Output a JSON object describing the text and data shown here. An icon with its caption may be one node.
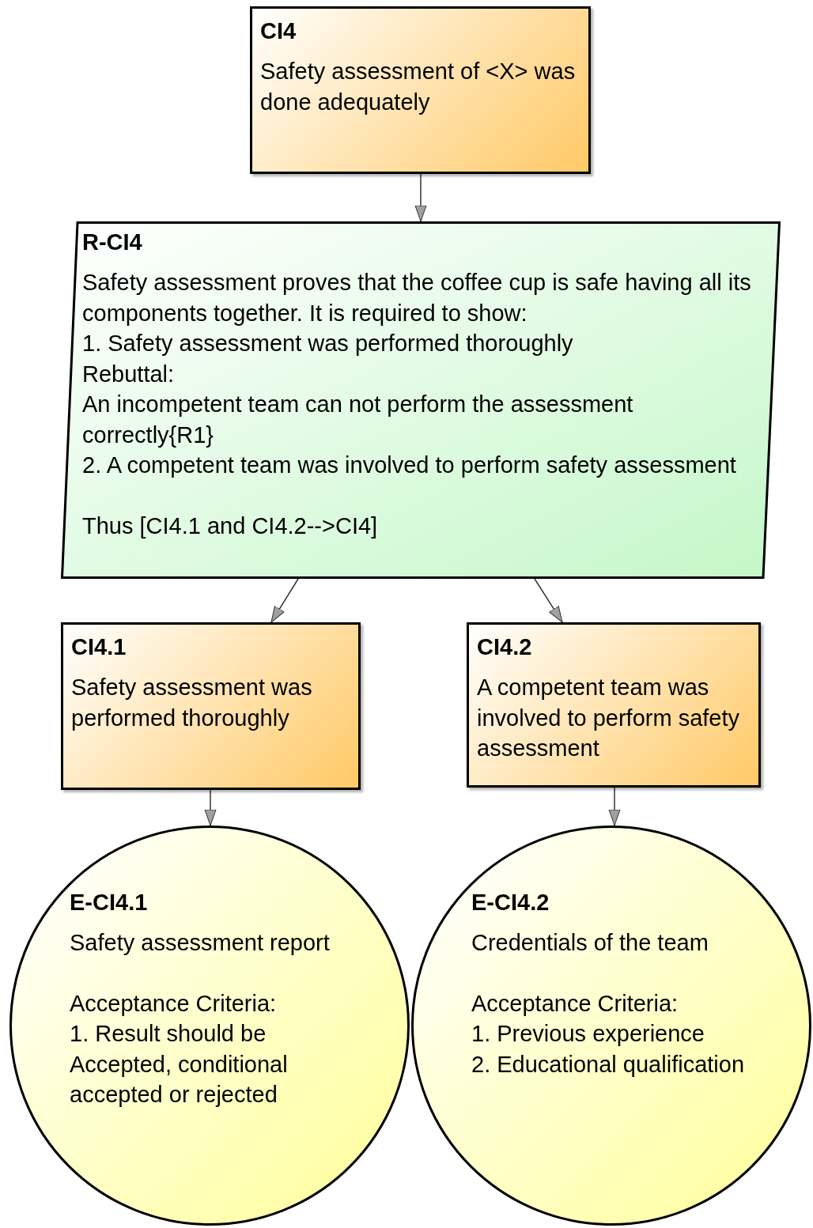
{
  "diagram": {
    "nodes": [
      {
        "text": [
          "CI4",
          "Safety assessment of <X> was done adequately"
        ]
      },
      {
        "text": [
          "R-CI4",
          "Safety assessment proves that the coffee cup is safe having all its components together. It is required to show:",
          "1. Safety assessment was performed thoroughly",
          "Rebuttal:",
          "An incompetent team can not perform the assessment correctly{R1}",
          "2. A competent team was involved to perform safety assessment",
          "Thus [CI4.1 and CI4.2-->CI4]"
        ]
      },
      {
        "text": [
          "CI4.1",
          "Safety assessment was performed thoroughly"
        ]
      },
      {
        "text": [
          "CI4.2",
          "A competent team was involved to perform safety assessment"
        ]
      },
      {
        "text": [
          "E-CI4.1",
          "Safety assessment report",
          "Acceptance Criteria:",
          "1. Result should be Accepted, conditional accepted or rejected"
        ]
      },
      {
        "text": [
          "E-CI4.2",
          "Credentials of the team",
          "Acceptance Criteria:",
          "1. Previous experience",
          "2. Educational qualification"
        ]
      }
    ],
    "edges": [
      {
        "from": 0,
        "to": 1,
        "arrow": "to"
      },
      {
        "from": 1,
        "to": 2,
        "arrow": "to"
      },
      {
        "from": 1,
        "to": 3,
        "arrow": "to"
      },
      {
        "from": 2,
        "to": 4,
        "arrow": "to"
      },
      {
        "from": 3,
        "to": 5,
        "arrow": "to"
      }
    ]
  }
}
